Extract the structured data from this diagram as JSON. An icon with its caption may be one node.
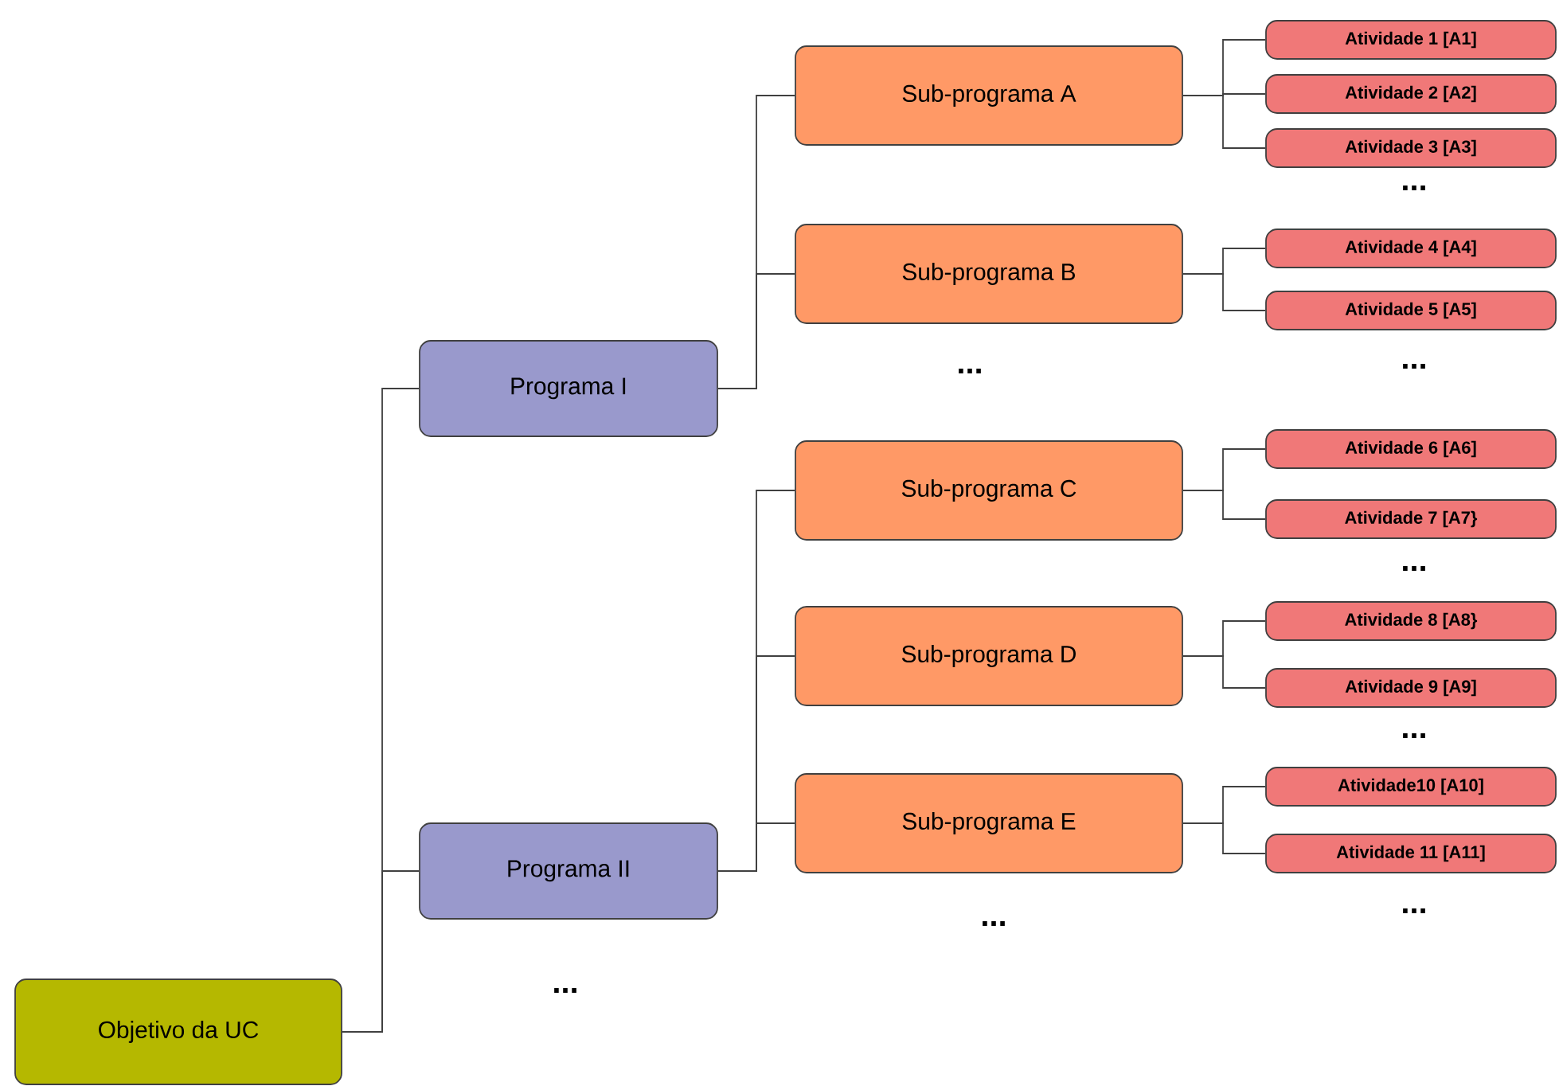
{
  "diagram": {
    "nodes": [
      {
        "text": [
          "Objetivo da UC"
        ]
      },
      {
        "text": [
          "Programa I"
        ]
      },
      {
        "text": [
          "Programa II"
        ]
      },
      {
        "text": [
          "Sub-programa A"
        ]
      },
      {
        "text": [
          "Sub-programa B"
        ]
      },
      {
        "text": [
          "Sub-programa C"
        ]
      },
      {
        "text": [
          "Sub-programa D"
        ]
      },
      {
        "text": [
          "Sub-programa E"
        ]
      },
      {
        "text": [
          "Atividade 1 [A1]"
        ]
      },
      {
        "text": [
          "Atividade 2 [A2]"
        ]
      },
      {
        "text": [
          "Atividade 3 [A3]"
        ]
      },
      {
        "text": [
          "Atividade 4 [A4]"
        ]
      },
      {
        "text": [
          "Atividade 5 [A5]"
        ]
      },
      {
        "text": [
          "Atividade 6 [A6]"
        ]
      },
      {
        "text": [
          "Atividade 7 [A7}"
        ]
      },
      {
        "text": [
          "Atividade 8 [A8}"
        ]
      },
      {
        "text": [
          "Atividade 9 [A9]"
        ]
      },
      {
        "text": [
          "Atividade10 [A10]"
        ]
      },
      {
        "text": [
          "Atividade 11 [A11]"
        ]
      }
    ],
    "edges": [
      {
        "from": 0,
        "to": 1,
        "arrow": "none"
      },
      {
        "from": 0,
        "to": 2,
        "arrow": "none"
      },
      {
        "from": 1,
        "to": 3,
        "arrow": "none"
      },
      {
        "from": 1,
        "to": 4,
        "arrow": "none"
      },
      {
        "from": 2,
        "to": 5,
        "arrow": "none"
      },
      {
        "from": 2,
        "to": 6,
        "arrow": "none"
      },
      {
        "from": 2,
        "to": 7,
        "arrow": "none"
      },
      {
        "from": 3,
        "to": 8,
        "arrow": "none"
      },
      {
        "from": 3,
        "to": 9,
        "arrow": "none"
      },
      {
        "from": 3,
        "to": 10,
        "arrow": "none"
      },
      {
        "from": 4,
        "to": 11,
        "arrow": "none"
      },
      {
        "from": 4,
        "to": 12,
        "arrow": "none"
      },
      {
        "from": 5,
        "to": 13,
        "arrow": "none"
      },
      {
        "from": 5,
        "to": 14,
        "arrow": "none"
      },
      {
        "from": 6,
        "to": 15,
        "arrow": "none"
      },
      {
        "from": 6,
        "to": 16,
        "arrow": "none"
      },
      {
        "from": 7,
        "to": 17,
        "arrow": "none"
      },
      {
        "from": 7,
        "to": 18,
        "arrow": "none"
      }
    ],
    "labels": [
      "...",
      "...",
      "...",
      "...",
      "...",
      "...",
      "...",
      "..."
    ]
  }
}
